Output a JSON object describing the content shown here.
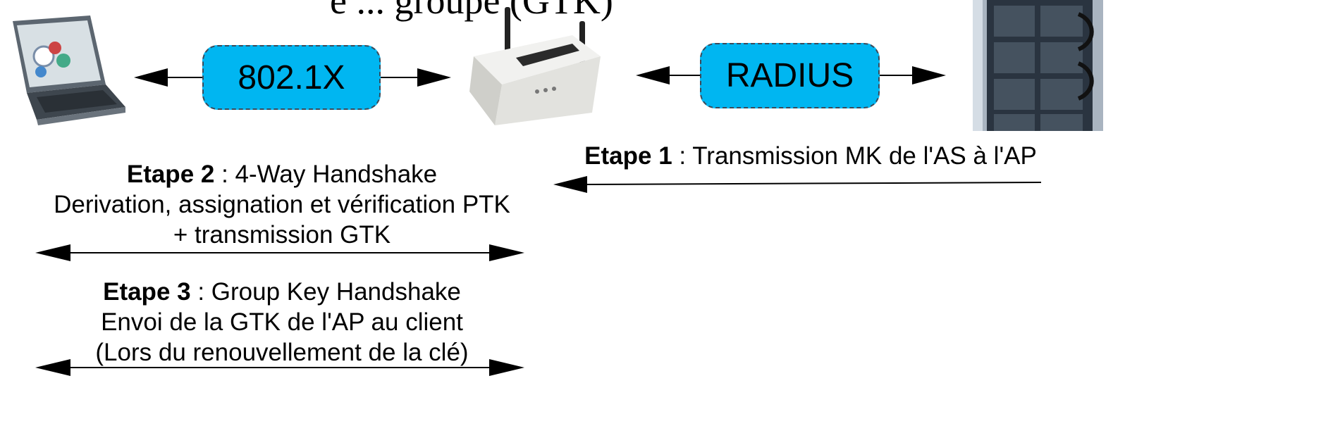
{
  "top_title_partial": "e ... groupe (GTK)",
  "pills": {
    "left": "802.1X",
    "right": "RADIUS"
  },
  "steps": {
    "etape1": {
      "title": "Etape 1",
      "sep": " : ",
      "line1": "Transmission MK de l'AS à l'AP"
    },
    "etape2": {
      "title": "Etape 2",
      "sep": " : ",
      "line1": "4-Way Handshake",
      "line2": "Derivation, assignation et vérification PTK",
      "line3": "+ transmission GTK"
    },
    "etape3": {
      "title": "Etape 3",
      "sep": " : ",
      "line1": "Group Key Handshake",
      "line2": "Envoi de la GTK de l'AP au client",
      "line3": "(Lors du renouvellement de la clé)"
    }
  },
  "colors": {
    "pill_fill": "#00b6f1",
    "pill_border": "#3a4a5a",
    "arrow": "#000000"
  },
  "icons": {
    "client": "laptop-icon",
    "ap": "wireless-access-point-icon",
    "server": "server-rack-icon"
  }
}
